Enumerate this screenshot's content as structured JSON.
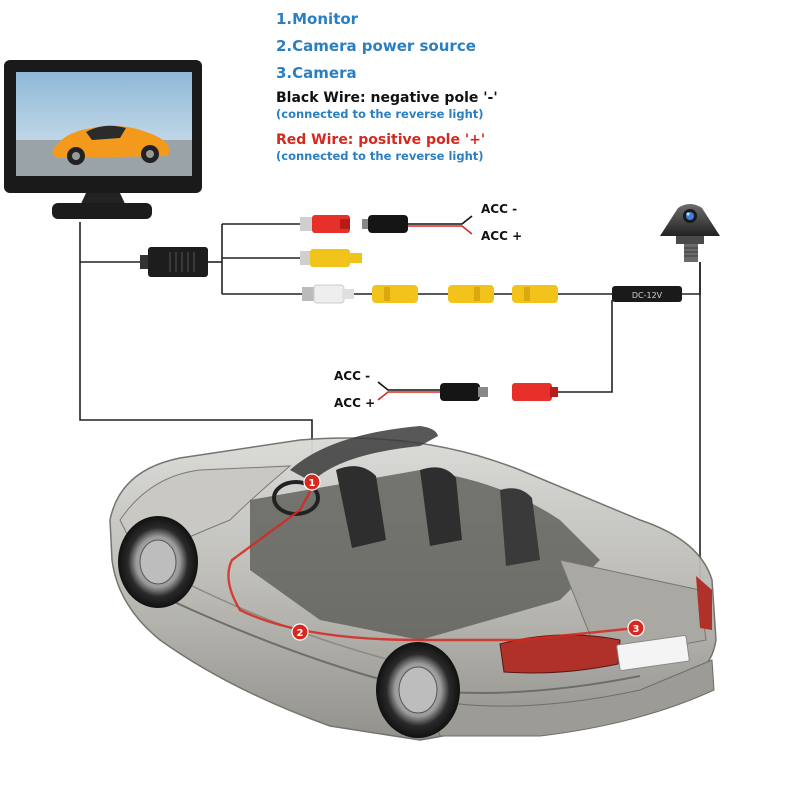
{
  "legend": {
    "items": [
      "1.Monitor",
      "2.Camera power source",
      "3.Camera"
    ],
    "black_wire": "Black Wire: negative pole '-'",
    "black_wire_note": "(connected to the reverse light)",
    "red_wire": "Red Wire: positive pole '+'",
    "red_wire_note": "(connected to the reverse light)"
  },
  "wire_labels": {
    "upper_neg": "ACC -",
    "upper_pos": "ACC +",
    "lower_neg": "ACC -",
    "lower_pos": "ACC +"
  },
  "box_label": "DC-12V",
  "markers": [
    "1",
    "2",
    "3"
  ],
  "colors": {
    "legend_blue": "#2a7fc2",
    "red_wire": "#d6281e",
    "black_wire": "#111111",
    "rca_yellow": "#f2c31a",
    "rca_red": "#e8302a",
    "rca_white": "#eeeeee",
    "marker_red": "#d6281e"
  }
}
